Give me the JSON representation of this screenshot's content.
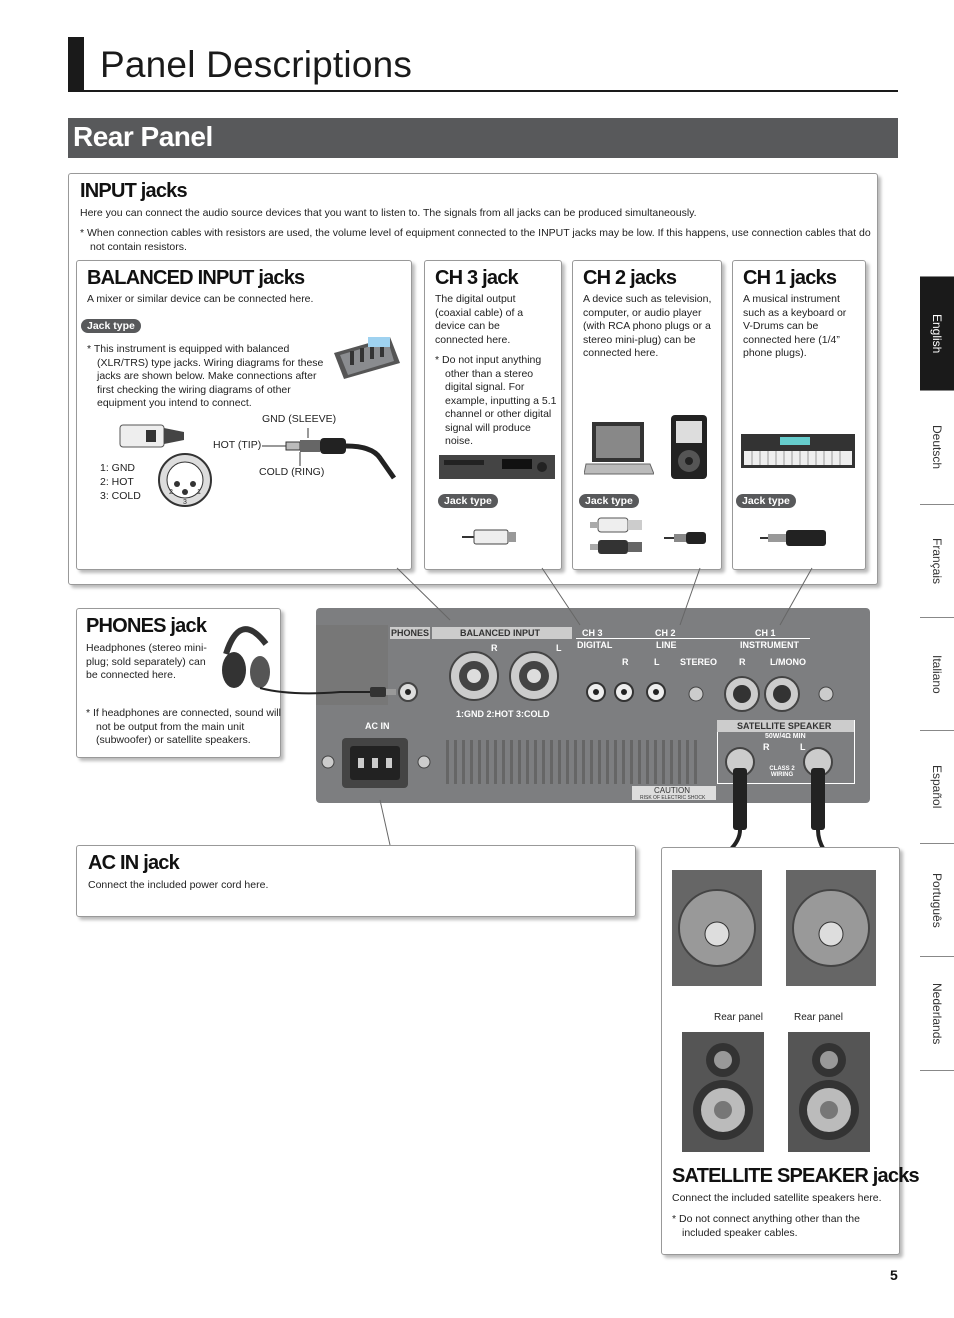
{
  "page": {
    "title": "Panel Descriptions",
    "section": "Rear Panel",
    "page_number": "5"
  },
  "languages": [
    "English",
    "Deutsch",
    "Français",
    "Italiano",
    "Español",
    "Português",
    "Nederlands"
  ],
  "input_jacks": {
    "heading": "INPUT jacks",
    "intro": "Here you can connect the audio source devices that you want to listen to. The signals from all jacks can be produced simultaneously.",
    "note": "*  When connection cables with resistors are used, the volume level of equipment connected to the INPUT jacks may be low. If this happens, use connection cables that do not contain resistors."
  },
  "balanced": {
    "heading": "BALANCED INPUT jacks",
    "desc": "A mixer or similar device can be connected here.",
    "badge": "Jack type",
    "note": "*  This instrument is equipped with balanced (XLR/TRS) type jacks. Wiring diagrams for these jacks are shown below. Make connections after first checking the wiring diagrams of other equipment you intend to connect.",
    "gnd_sleeve": "GND (SLEEVE)",
    "hot_tip": "HOT (TIP)",
    "cold_ring": "COLD (RING)",
    "pin1": "1: GND",
    "pin2": "2: HOT",
    "pin3": "3: COLD",
    "pin_n1": "1",
    "pin_n2": "2",
    "pin_n3": "3"
  },
  "ch3": {
    "heading": "CH 3 jack",
    "desc": "The digital output (coaxial cable) of a device can be connected here.",
    "note": "*  Do not input anything other than a stereo digital signal. For example, inputting a 5.1 channel or other digital signal will produce noise.",
    "badge": "Jack type"
  },
  "ch2": {
    "heading": "CH 2 jacks",
    "desc": "A device such as television, computer, or audio player (with RCA phono plugs or a stereo mini-plug) can be connected here.",
    "badge": "Jack type"
  },
  "ch1": {
    "heading": "CH 1 jacks",
    "desc": "A musical instrument such as a keyboard or V-Drums can be connected here (1/4” phone plugs).",
    "badge": "Jack type"
  },
  "phones": {
    "heading": "PHONES jack",
    "desc": "Headphones (stereo mini-plug; sold separately) can be connected here.",
    "note": "*  If headphones are connected, sound will not be output from the main unit (subwoofer) or satellite speakers."
  },
  "acin": {
    "heading": "AC IN jack",
    "desc": "Connect the included power cord here."
  },
  "satellite": {
    "heading": "SATELLITE SPEAKER jacks",
    "desc": "Connect the included satellite speakers here.",
    "note": "*  Do not connect anything other than the included speaker cables.",
    "rear_left": "Rear panel",
    "rear_right": "Rear panel"
  },
  "rear_panel": {
    "phones": "PHONES",
    "balanced_input": "BALANCED INPUT",
    "ch3": "CH 3",
    "digital": "DIGITAL",
    "ch2": "CH 2",
    "line": "LINE",
    "ch1": "CH 1",
    "instrument": "INSTRUMENT",
    "r": "R",
    "l": "L",
    "stereo": "STEREO",
    "l_mono": "L/MONO",
    "pins": "1:GND  2:HOT  3:COLD",
    "ac_in": "AC IN",
    "satellite_speaker": "SATELLITE SPEAKER",
    "sat_spec": "50W/4Ω MIN",
    "class2": "CLASS 2 WIRING",
    "caution": "CAUTION",
    "caution_sub": "RISK OF ELECTRIC SHOCK"
  },
  "colors": {
    "heading_band": "#58595b",
    "panel": "#7d7e80",
    "title_bar": "#1a1a1a"
  }
}
